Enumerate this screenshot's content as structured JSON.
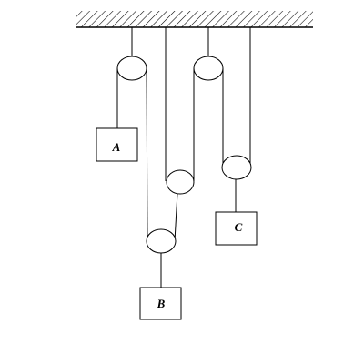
{
  "diagram": {
    "blocks": {
      "a": {
        "label": "A"
      },
      "b": {
        "label": "B"
      },
      "c": {
        "label": "C"
      }
    },
    "colors": {
      "stroke": "#000000",
      "fill": "#ffffff",
      "hatch": "#000000"
    }
  }
}
